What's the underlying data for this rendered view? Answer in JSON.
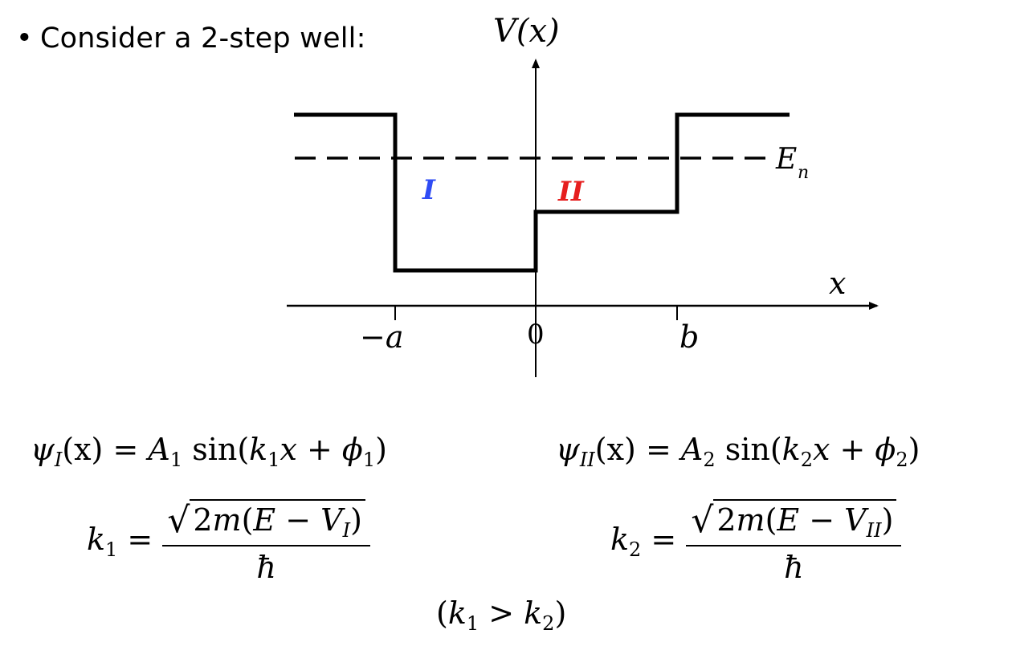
{
  "slide": {
    "bullet": "•",
    "bullet_text": "Consider a 2-step well:"
  },
  "diagram": {
    "y_axis_label": "V(x)",
    "x_axis_label": "x",
    "energy_label": "E",
    "energy_subscript": "n",
    "region_I_label": "I",
    "region_II_label": "II",
    "tick_neg_a": "−a",
    "tick_zero": "0",
    "tick_b": "b",
    "colors": {
      "region_I": "#2f4cf5",
      "region_II": "#e61e1e",
      "lines": "#000000"
    }
  },
  "equations": {
    "psi_I": {
      "lhs": "ψ",
      "sub": "I",
      "arg": "(x) = ",
      "amp": "A",
      "amp_sub": "1",
      "func": " sin(",
      "k": "k",
      "k_sub": "1",
      "x": "x + ",
      "phi": "ϕ",
      "phi_sub": "1",
      "close": ")"
    },
    "psi_II": {
      "lhs": "ψ",
      "sub": "II",
      "arg": "(x) = ",
      "amp": "A",
      "amp_sub": "2",
      "func": " sin(",
      "k": "k",
      "k_sub": "2",
      "x": "x + ",
      "phi": "ϕ",
      "phi_sub": "2",
      "close": ")"
    },
    "k1": {
      "lhs": "k",
      "lhs_sub": "1",
      "eq": " = ",
      "sqrt": "√",
      "inner_a": "2",
      "inner_m": "m",
      "inner_b": "(",
      "inner_E": "E",
      "inner_c": " − ",
      "inner_V": "V",
      "inner_V_sub": "I",
      "inner_d": ")",
      "den": "ħ"
    },
    "k2": {
      "lhs": "k",
      "lhs_sub": "2",
      "eq": " = ",
      "sqrt": "√",
      "inner_a": "2",
      "inner_m": "m",
      "inner_b": "(",
      "inner_E": "E",
      "inner_c": " − ",
      "inner_V": "V",
      "inner_V_sub": "II",
      "inner_d": ")",
      "den": "ħ"
    },
    "condition": {
      "open": "(",
      "k1": "k",
      "k1_sub": "1",
      "gt": " > ",
      "k2": "k",
      "k2_sub": "2",
      "close": ")"
    }
  }
}
